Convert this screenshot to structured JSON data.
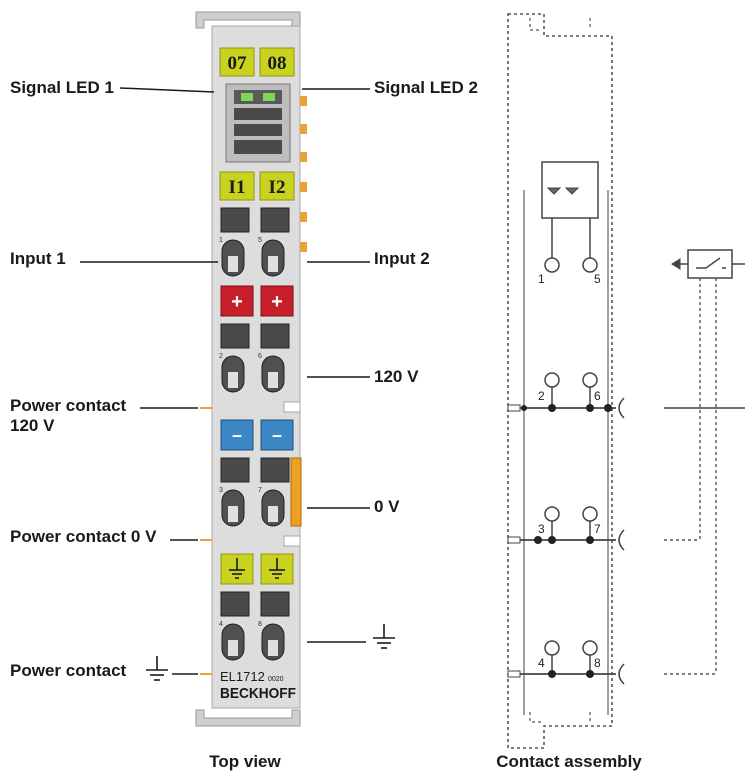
{
  "labels": {
    "signal_led_1": "Signal LED 1",
    "signal_led_2": "Signal LED 2",
    "input_1": "Input 1",
    "input_2": "Input 2",
    "v120": "120 V",
    "power_contact_120_line1": "Power contact",
    "power_contact_120_line2": "120 V",
    "v0": "0 V",
    "power_contact_0v": "Power contact 0 V",
    "power_contact_ground": "Power contact"
  },
  "terminal": {
    "led_badges": [
      "07",
      "08"
    ],
    "input_badges": [
      "I1",
      "I2"
    ],
    "plus_sign": "+",
    "minus_sign": "–",
    "terminal_numbers": [
      "1",
      "5",
      "2",
      "6",
      "3",
      "7",
      "4",
      "8"
    ],
    "model": "EL1712",
    "model_suffix": "0020",
    "brand": "BECKHOFF"
  },
  "contact_numbers": [
    "1",
    "5",
    "2",
    "6",
    "3",
    "7",
    "4",
    "8"
  ],
  "captions": {
    "top_view": "Top view",
    "contact_assembly": "Contact assembly"
  },
  "colors": {
    "yellow_badge": "#c9d21f",
    "red_block": "#c8202a",
    "blue_block": "#3d86c6",
    "orange_contact": "#f0a020",
    "body_grey": "#dcdcdc"
  }
}
